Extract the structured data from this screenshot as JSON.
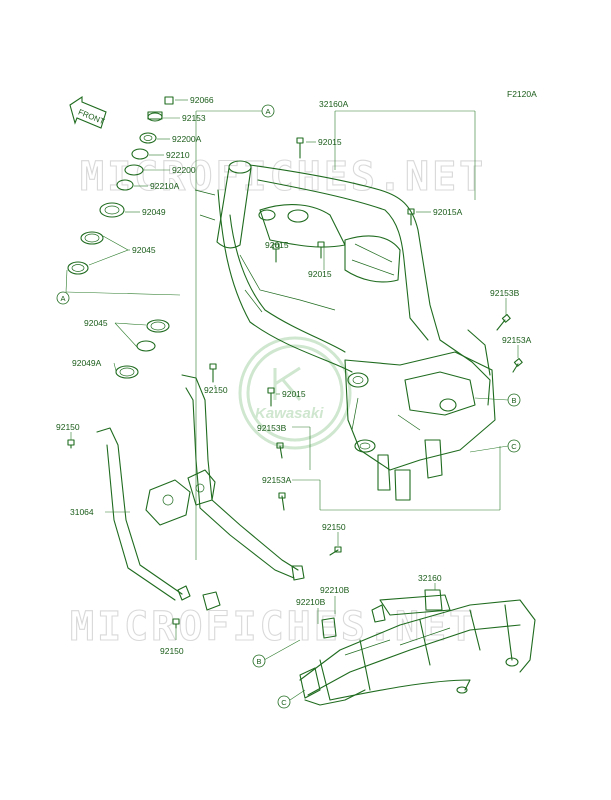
{
  "figure_code": "F2120A",
  "front_label": "FRONT",
  "watermark": "MICROFICHES.NET",
  "logo_text": "Kawasaki",
  "colors": {
    "line": "#1f6b1f",
    "text": "#1a5c1a",
    "watermark": "#d9d9d9"
  },
  "callouts": {
    "A": "A",
    "B": "B",
    "C": "C"
  },
  "parts": {
    "p92066": "92066",
    "p92153_top": "92153",
    "p92200A": "92200A",
    "p92210": "92210",
    "p92200": "92200",
    "p92210A": "92210A",
    "p92049": "92049",
    "p92045_top": "92045",
    "p92045_mid": "92045",
    "p92049A": "92049A",
    "p32160A": "32160A",
    "p92015_top": "92015",
    "p92015A": "92015A",
    "p92015_l": "92015",
    "p92015_r": "92015",
    "p92015_mid": "92015",
    "p92153B_right": "92153B",
    "p92153A_right": "92153A",
    "p92150_upper": "92150",
    "p92153B_left": "92153B",
    "p92153A_left": "92153A",
    "p92150_left": "92150",
    "p31064": "31064",
    "p92150_right": "92150",
    "p92210B_a": "92210B",
    "p92210B_b": "92210B",
    "p32160": "32160",
    "p92150_bottom": "92150"
  }
}
